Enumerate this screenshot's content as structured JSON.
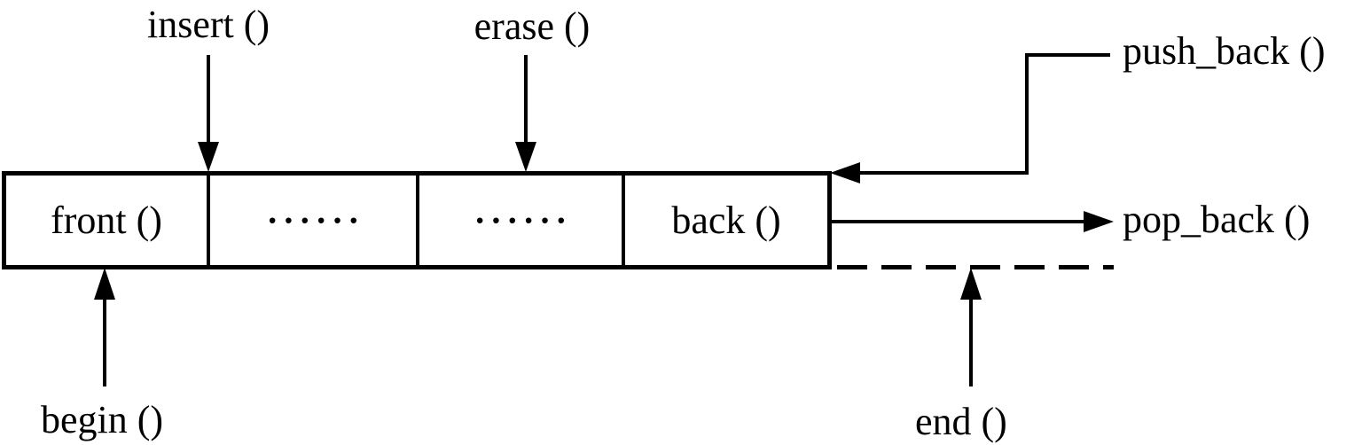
{
  "diagram": {
    "type": "container-operations-diagram",
    "colors": {
      "background": "#ffffff",
      "line": "#000000",
      "text": "#000000"
    },
    "array": {
      "cells": [
        {
          "label": "front ()"
        },
        {
          "label": "······"
        },
        {
          "label": "······"
        },
        {
          "label": "back ()"
        }
      ]
    },
    "operations": {
      "insert": {
        "label": "insert ()"
      },
      "erase": {
        "label": "erase ()"
      },
      "push_back": {
        "label": "push_back ()"
      },
      "pop_back": {
        "label": "pop_back ()"
      },
      "begin": {
        "label": "begin ()"
      },
      "end": {
        "label": "end ()"
      }
    }
  }
}
